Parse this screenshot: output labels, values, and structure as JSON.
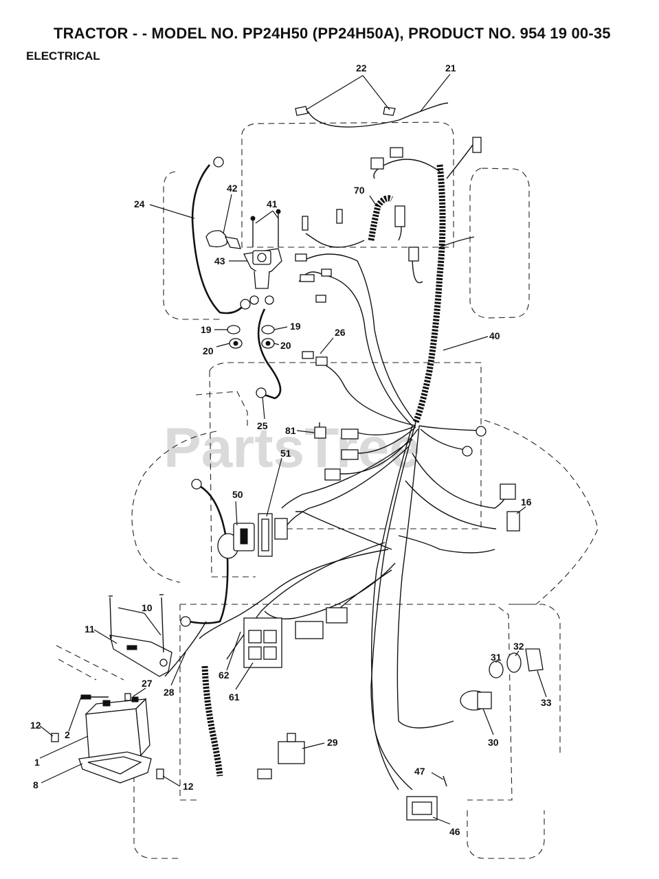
{
  "header": {
    "title": "TRACTOR - - MODEL NO. PP24H50 (PP24H50A), PRODUCT NO. 954 19 00-35",
    "section": "ELECTRICAL"
  },
  "watermark": "PartsTree",
  "parts": {
    "p1": "1",
    "p2": "2",
    "p8": "8",
    "p10": "10",
    "p11": "11",
    "p12a": "12",
    "p12b": "12",
    "p16": "16",
    "p19a": "19",
    "p19b": "19",
    "p20a": "20",
    "p20b": "20",
    "p21": "21",
    "p22": "22",
    "p24": "24",
    "p25": "25",
    "p26": "26",
    "p27": "27",
    "p28": "28",
    "p29": "29",
    "p30": "30",
    "p31": "31",
    "p32": "32",
    "p33": "33",
    "p40": "40",
    "p41": "41",
    "p42": "42",
    "p43": "43",
    "p46": "46",
    "p47": "47",
    "p50": "50",
    "p51": "51",
    "p61": "61",
    "p62": "62",
    "p70": "70",
    "p81": "81"
  }
}
